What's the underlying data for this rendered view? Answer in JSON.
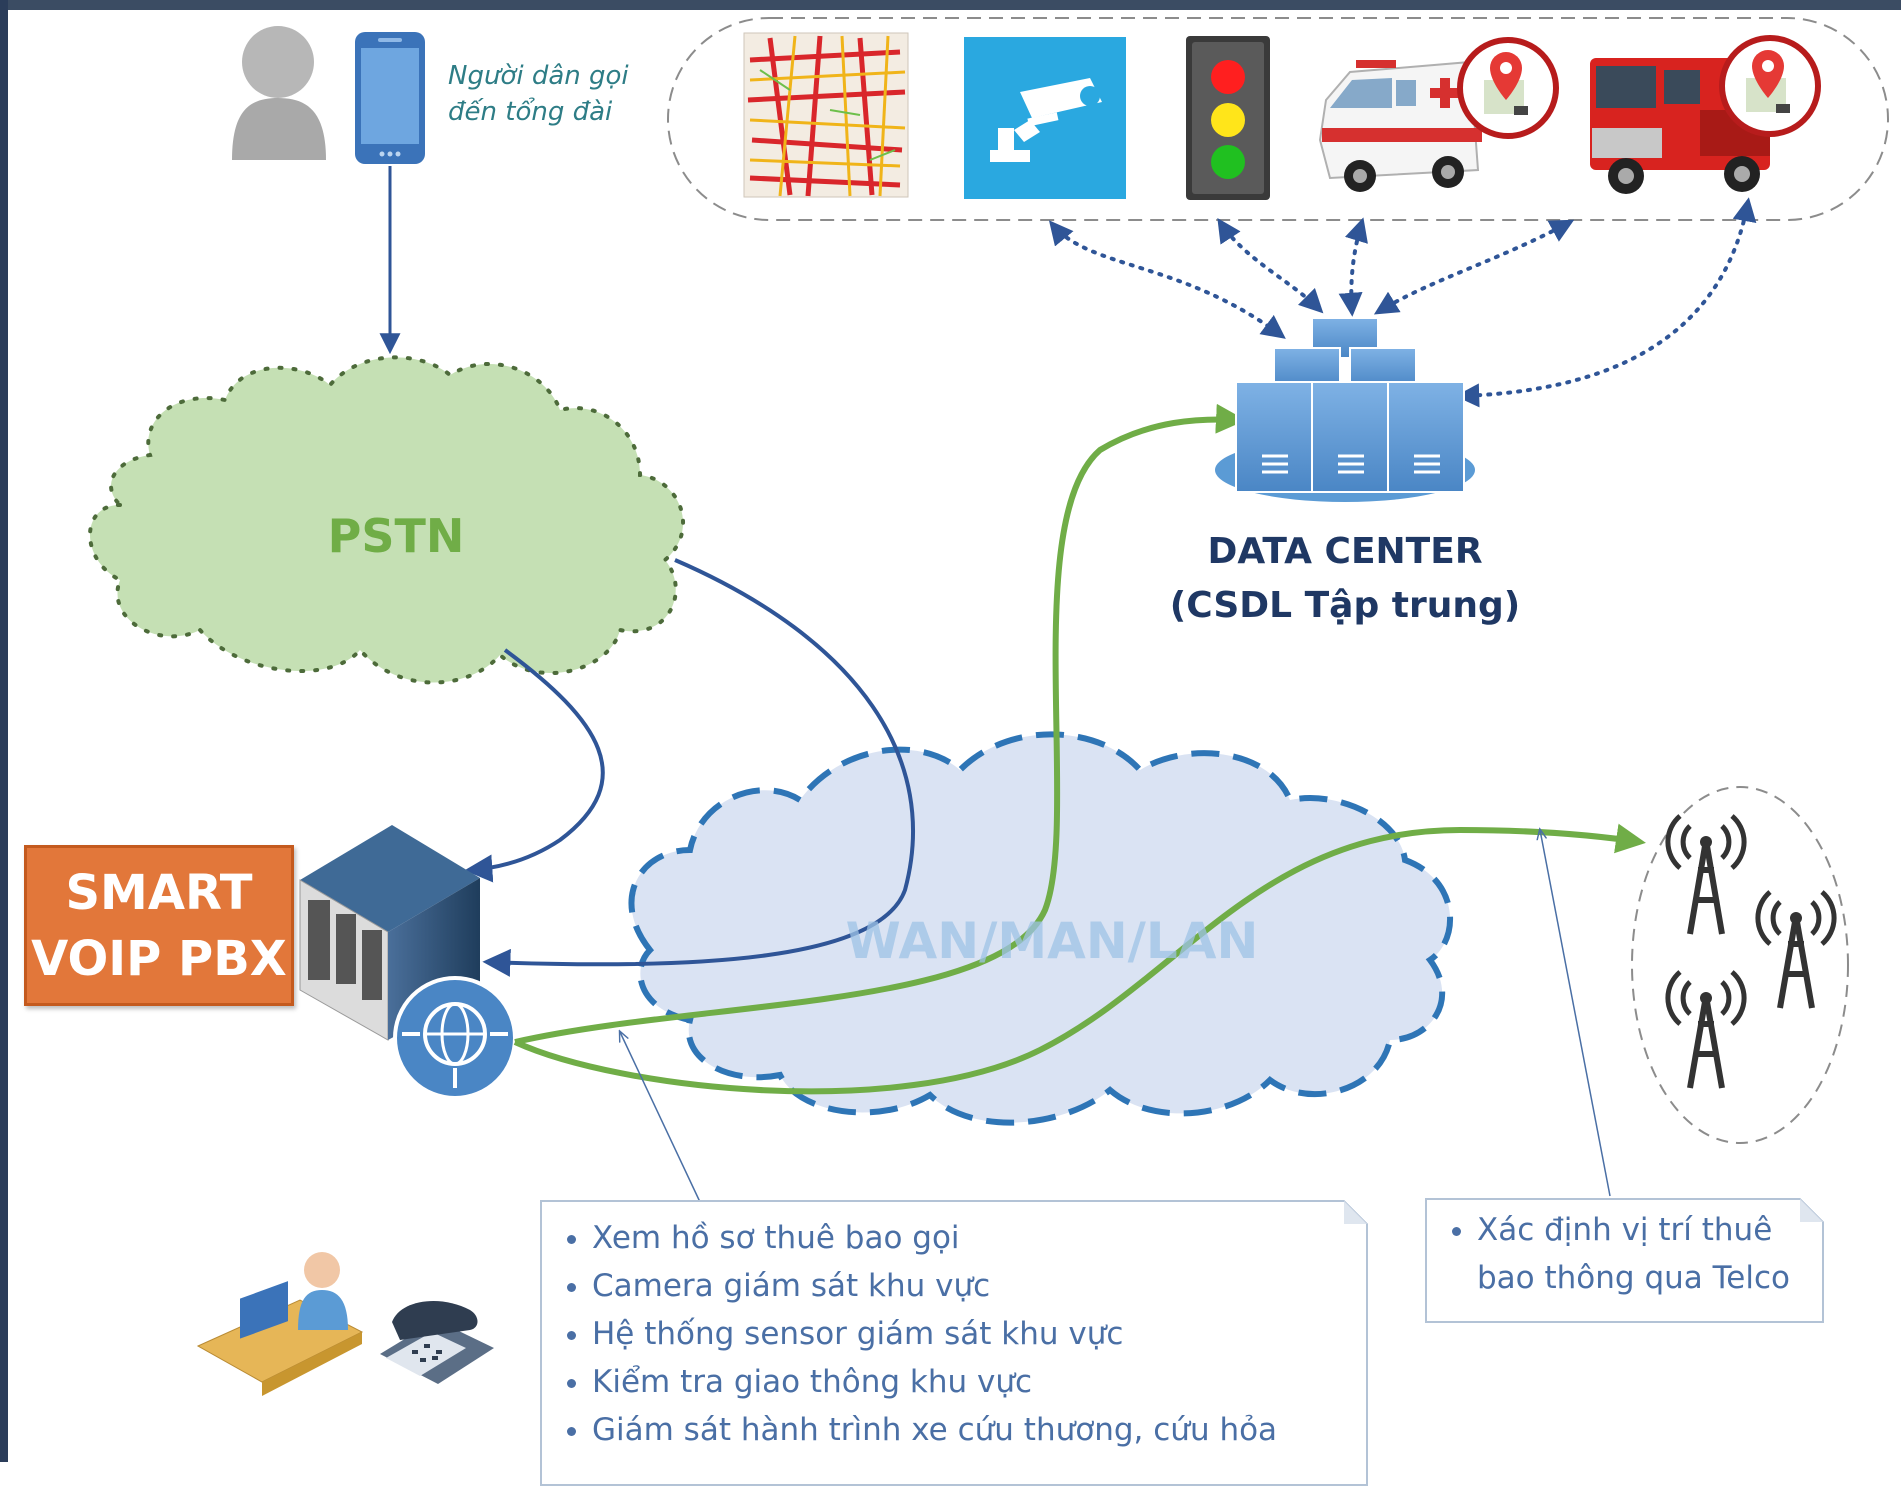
{
  "caller": {
    "label_line1": "Người dân gọi",
    "label_line2": "đến tổng đài"
  },
  "clouds": {
    "pstn_label": "PSTN",
    "wan_label": "WAN/MAN/LAN"
  },
  "pbx": {
    "line1": "SMART",
    "line2": "VOIP PBX"
  },
  "data_center": {
    "line1": "DATA CENTER",
    "line2": "(CSDL Tập trung)"
  },
  "services_note": {
    "items": [
      "Xem hồ sơ thuê bao gọi",
      "Camera giám sát khu vực",
      "Hệ thống sensor giám sát khu vực",
      "Kiểm tra giao thông khu vực",
      "Giám sát hành trình xe cứu thương, cứu hỏa"
    ]
  },
  "telco_note": {
    "line1": "Xác định vị trí thuê",
    "line2": "bao thông qua Telco"
  },
  "icons": [
    "person-icon",
    "smartphone-icon",
    "traffic-map-icon",
    "cctv-camera-icon",
    "traffic-light-icon",
    "ambulance-icon",
    "fire-truck-icon",
    "location-pin-icon",
    "server-stack-icon",
    "pbx-server-icon",
    "globe-icon",
    "operator-desk-icon",
    "desk-phone-icon",
    "cell-tower-icon"
  ],
  "colors": {
    "blue_link": "#2f5597",
    "green_link": "#70ad47",
    "pstn_fill": "#c5e0b4",
    "wan_fill": "#dae3f3",
    "server_blue": "#5b9bd5",
    "pbx_orange": "#e2773a",
    "pstn_text": "#70ad47"
  }
}
